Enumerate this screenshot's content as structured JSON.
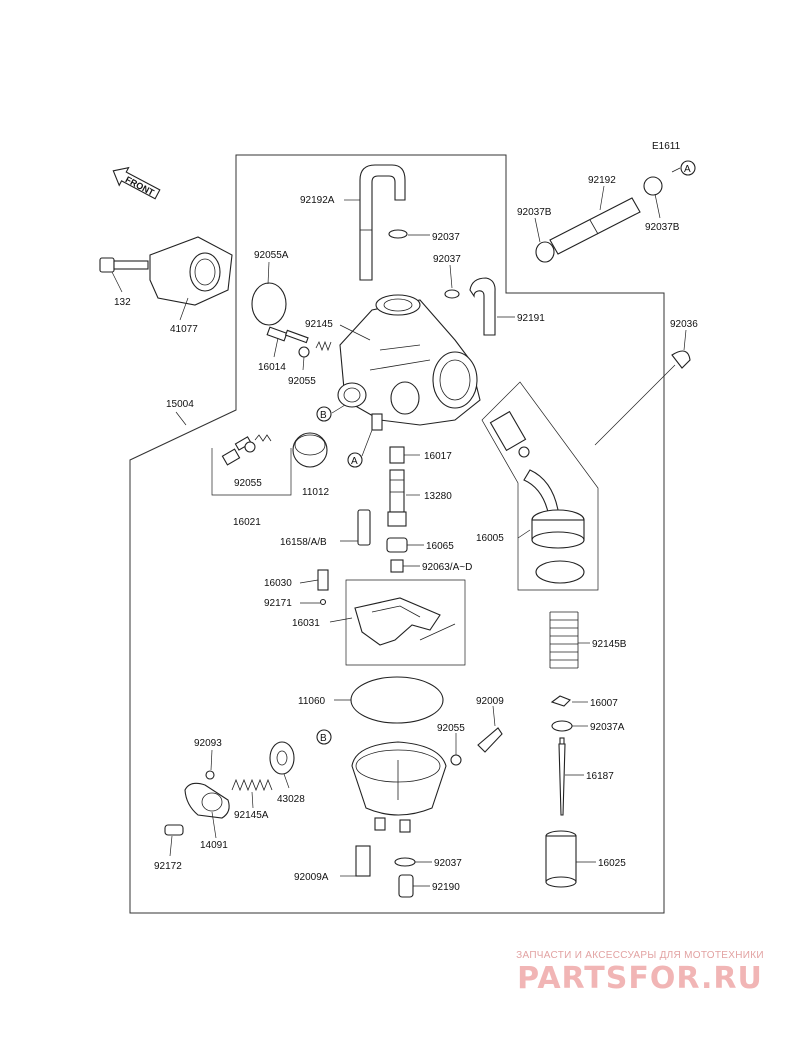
{
  "diagram": {
    "code": "E1611",
    "front_label": "FRONT",
    "callouts": {
      "a": "A",
      "b": "B"
    },
    "parts": {
      "p92192A": "92192A",
      "p92037_top": "92037",
      "p92192": "92192",
      "p92037B_left": "92037B",
      "p92037B_right": "92037B",
      "p92037_mid": "92037",
      "p92191": "92191",
      "p92036": "92036",
      "p92055A": "92055A",
      "p132": "132",
      "p41077": "41077",
      "p92145": "92145",
      "p16014": "16014",
      "p92055_a": "92055",
      "p15004": "15004",
      "p92055_b": "92055",
      "p16021": "16021",
      "p11012": "11012",
      "p16017": "16017",
      "p13280": "13280",
      "p16005": "16005",
      "p16158": "16158/A/B",
      "p16065": "16065",
      "p92063": "92063/A~D",
      "p16030": "16030",
      "p92171": "92171",
      "p16031": "16031",
      "p92145B": "92145B",
      "p11060": "11060",
      "p16007": "16007",
      "p92009": "92009",
      "p92037A": "92037A",
      "p92055_c": "92055",
      "p92093": "92093",
      "p43028": "43028",
      "p92145A": "92145A",
      "p16187": "16187",
      "p14091": "14091",
      "p92172": "92172",
      "p92037_bot": "92037",
      "p16025": "16025",
      "p92009A": "92009A",
      "p92190": "92190"
    }
  },
  "watermark": {
    "tagline": "ЗАПЧАСТИ И АКСЕССУАРЫ ДЛЯ МОТОТЕХНИКИ",
    "brand": "PARTSFOR.RU"
  }
}
